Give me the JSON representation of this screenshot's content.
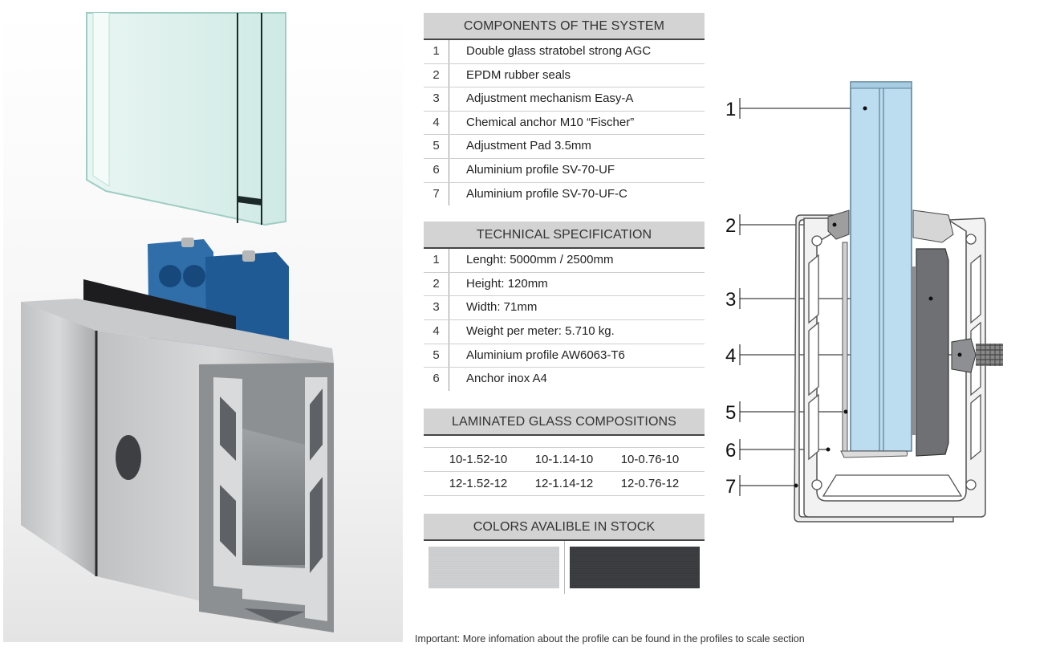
{
  "components": {
    "header": "COMPONENTS OF THE SYSTEM",
    "items": [
      {
        "num": "1",
        "label": "Double glass stratobel strong AGC"
      },
      {
        "num": "2",
        "label": "EPDM rubber seals"
      },
      {
        "num": "3",
        "label": "Adjustment mechanism Easy-A"
      },
      {
        "num": "4",
        "label": "Chemical anchor M10 “Fischer”"
      },
      {
        "num": "5",
        "label": "Adjustment Pad 3.5mm"
      },
      {
        "num": "6",
        "label": "Aluminium profile SV-70-UF"
      },
      {
        "num": "7",
        "label": "Aluminium profile SV-70-UF-C"
      }
    ]
  },
  "tech_spec": {
    "header": "TECHNICAL SPECIFICATION",
    "items": [
      {
        "num": "1",
        "label": "Lenght: 5000mm / 2500mm"
      },
      {
        "num": "2",
        "label": "Height: 120mm"
      },
      {
        "num": "3",
        "label": "Width: 71mm"
      },
      {
        "num": "4",
        "label": "Weight per meter: 5.710 kg."
      },
      {
        "num": "5",
        "label": "Aluminium profile AW6063-T6"
      },
      {
        "num": "6",
        "label": "Anchor inox A4"
      }
    ]
  },
  "glass": {
    "header": "LAMINATED GLASS COMPOSITIONS",
    "rows": [
      [
        "10-1.52-10",
        "10-1.14-10",
        "10-0.76-10"
      ],
      [
        "12-1.52-12",
        "12-1.14-12",
        "12-0.76-12"
      ]
    ]
  },
  "colors": {
    "header": "COLORS AVALIBLE IN STOCK",
    "swatches": [
      {
        "name": "brushed-silver",
        "hex": "#c9cacb"
      },
      {
        "name": "brushed-anthracite",
        "hex": "#3c3d40"
      }
    ]
  },
  "section_labels": [
    "1",
    "2",
    "3",
    "4",
    "5",
    "6",
    "7"
  ],
  "footnote": "Important: More infomation about the profile can be found in the profiles to scale section"
}
